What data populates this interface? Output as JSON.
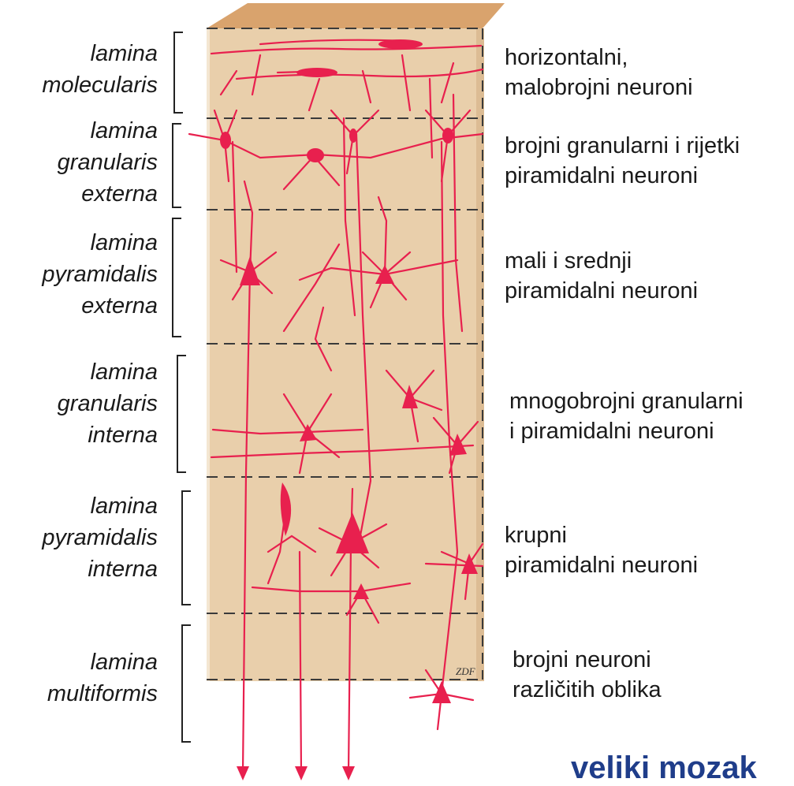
{
  "layers": [
    {
      "latin": [
        "lamina",
        "molecularis"
      ],
      "description": [
        "horizontalni,",
        "malobrojni neuroni"
      ]
    },
    {
      "latin": [
        "lamina",
        "granularis",
        "externa"
      ],
      "description": [
        "brojni granularni i rijetki",
        "piramidalni neuroni"
      ]
    },
    {
      "latin": [
        "lamina",
        "pyramidalis",
        "externa"
      ],
      "description": [
        "mali i srednji",
        "piramidalni neuroni"
      ]
    },
    {
      "latin": [
        "lamina",
        "granularis",
        "interna"
      ],
      "description": [
        "mnogobrojni granularni",
        "i piramidalni neuroni"
      ]
    },
    {
      "latin": [
        "lamina",
        "pyramidalis",
        "interna"
      ],
      "description": [
        "krupni",
        "piramidalni neuroni"
      ]
    },
    {
      "latin": [
        "lamina",
        "multiformis"
      ],
      "description": [
        "brojni neuroni",
        "različitih oblika"
      ]
    }
  ],
  "signature": "ZDF",
  "footer_title": "veliki mozak",
  "colors": {
    "tissue": "#e9cfab",
    "tissue_top": "#d9a36d",
    "neuron": "#e8204e",
    "bracket": "#222222",
    "footer": "#1f3d8a"
  }
}
